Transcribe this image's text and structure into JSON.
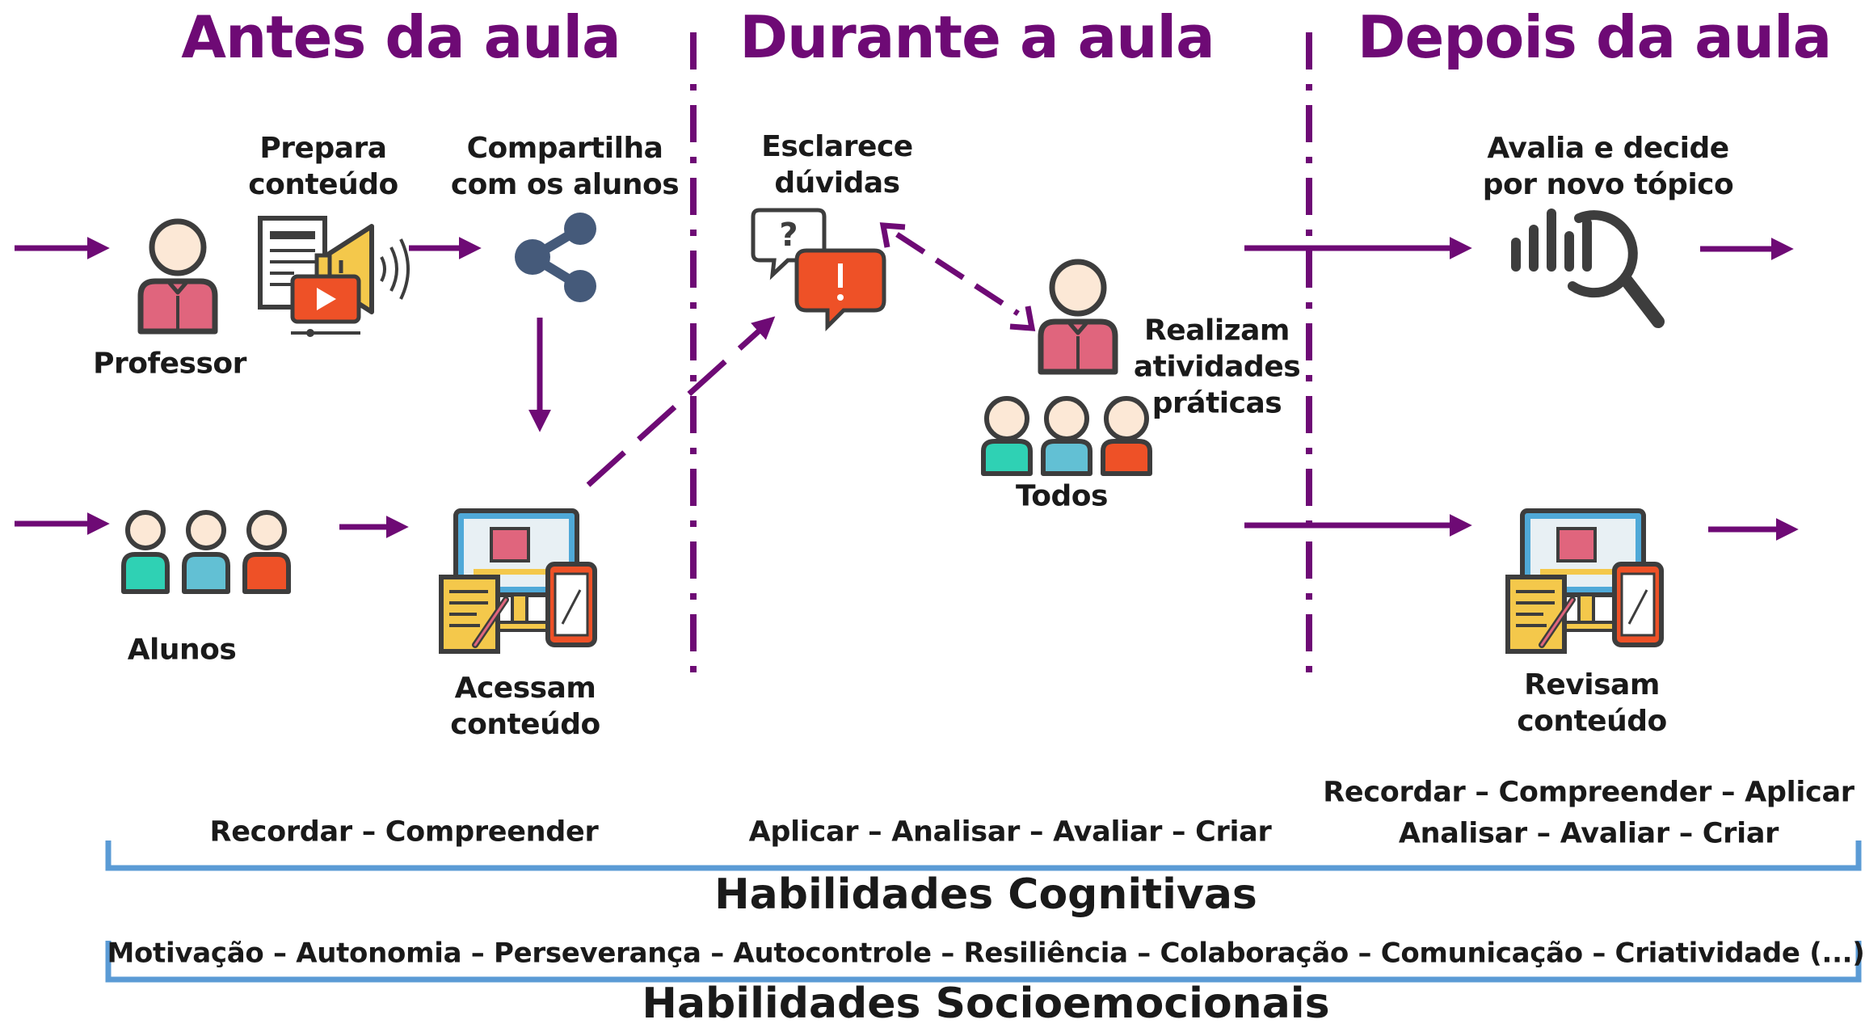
{
  "colors": {
    "purple": "#6e0a75",
    "bracket_blue": "#5b9bd5",
    "outline": "#3d3d3d",
    "skin": "#fce8d6",
    "pink_shirt": "#e0657d",
    "teal_shirt": "#2fd1b4",
    "blue_shirt": "#62c0d4",
    "orange_shirt": "#ee5127",
    "share_icon": "#455a7a",
    "monitor": "#4fa9d8",
    "bubble_red": "#ee5127",
    "doc_yellow": "#f4c84b"
  },
  "phases": {
    "before": "Antes da aula",
    "during": "Durante a aula",
    "after": "Depois da aula"
  },
  "before": {
    "prepare": [
      "Prepara",
      "conteúdo"
    ],
    "share": [
      "Compartilha",
      "com os alunos"
    ],
    "teacher": "Professor",
    "students": "Alunos",
    "access": [
      "Acessam",
      "conteúdo"
    ]
  },
  "during": {
    "clarify": [
      "Esclarece",
      "dúvidas"
    ],
    "practice": [
      "Realizam",
      "atividades",
      "práticas"
    ],
    "all": "Todos"
  },
  "after": {
    "evaluate": [
      "Avalia e decide",
      "por novo tópico"
    ],
    "review": [
      "Revisam",
      "conteúdo"
    ]
  },
  "cognitive": {
    "before": "Recordar –  Compreender",
    "during": "Aplicar –  Analisar – Avaliar –  Criar",
    "after_line1": "Recordar –  Compreender – Aplicar",
    "after_line2": "Analisar – Avaliar – Criar",
    "title": "Habilidades Cognitivas"
  },
  "socioemotional": {
    "list": "Motivação – Autonomia – Perseverança –  Autocontrole – Resiliência – Colaboração  –  Comunicação – Criatividade  (...)",
    "title": "Habilidades Socioemocionais"
  },
  "icons": {
    "teacher": "person-icon",
    "students": "person-group-icon",
    "content": "document-video-megaphone-icon",
    "share": "share-icon",
    "question": "question-exclamation-bubbles-icon",
    "analytics": "analytics-search-icon",
    "devices": "monitor-tablet-document-icon"
  }
}
